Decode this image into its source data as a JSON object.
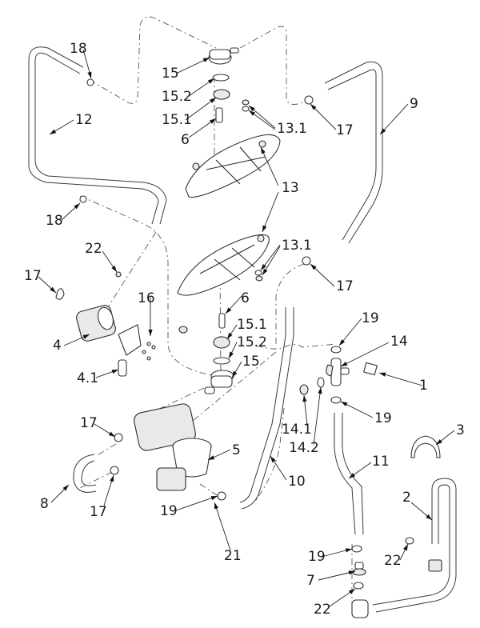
{
  "diagram": {
    "type": "exploded-parts-diagram",
    "callouts": [
      {
        "id": "c1",
        "label": "1"
      },
      {
        "id": "c2",
        "label": "2"
      },
      {
        "id": "c3",
        "label": "3"
      },
      {
        "id": "c4",
        "label": "4"
      },
      {
        "id": "c4_1",
        "label": "4.1"
      },
      {
        "id": "c5",
        "label": "5"
      },
      {
        "id": "c6a",
        "label": "6"
      },
      {
        "id": "c6b",
        "label": "6"
      },
      {
        "id": "c7",
        "label": "7"
      },
      {
        "id": "c8",
        "label": "8"
      },
      {
        "id": "c9",
        "label": "9"
      },
      {
        "id": "c10",
        "label": "10"
      },
      {
        "id": "c11",
        "label": "11"
      },
      {
        "id": "c12",
        "label": "12"
      },
      {
        "id": "c13",
        "label": "13"
      },
      {
        "id": "c13_1a",
        "label": "13.1"
      },
      {
        "id": "c13_1b",
        "label": "13.1"
      },
      {
        "id": "c14",
        "label": "14"
      },
      {
        "id": "c14_1",
        "label": "14.1"
      },
      {
        "id": "c14_2",
        "label": "14.2"
      },
      {
        "id": "c15a",
        "label": "15"
      },
      {
        "id": "c15b",
        "label": "15"
      },
      {
        "id": "c15_1a",
        "label": "15.1"
      },
      {
        "id": "c15_1b",
        "label": "15.1"
      },
      {
        "id": "c15_2a",
        "label": "15.2"
      },
      {
        "id": "c15_2b",
        "label": "15.2"
      },
      {
        "id": "c16",
        "label": "16"
      },
      {
        "id": "c17a",
        "label": "17"
      },
      {
        "id": "c17b",
        "label": "17"
      },
      {
        "id": "c17c",
        "label": "17"
      },
      {
        "id": "c17d",
        "label": "17"
      },
      {
        "id": "c17e",
        "label": "17"
      },
      {
        "id": "c18a",
        "label": "18"
      },
      {
        "id": "c18b",
        "label": "18"
      },
      {
        "id": "c19a",
        "label": "19"
      },
      {
        "id": "c19b",
        "label": "19"
      },
      {
        "id": "c19c",
        "label": "19"
      },
      {
        "id": "c19d",
        "label": "19"
      },
      {
        "id": "c21",
        "label": "21"
      },
      {
        "id": "c22a",
        "label": "22"
      },
      {
        "id": "c22b",
        "label": "22"
      },
      {
        "id": "c22c",
        "label": "22"
      }
    ],
    "colors": {
      "background": "#ffffff",
      "line": "#333333",
      "text": "#1a1a1a"
    }
  }
}
